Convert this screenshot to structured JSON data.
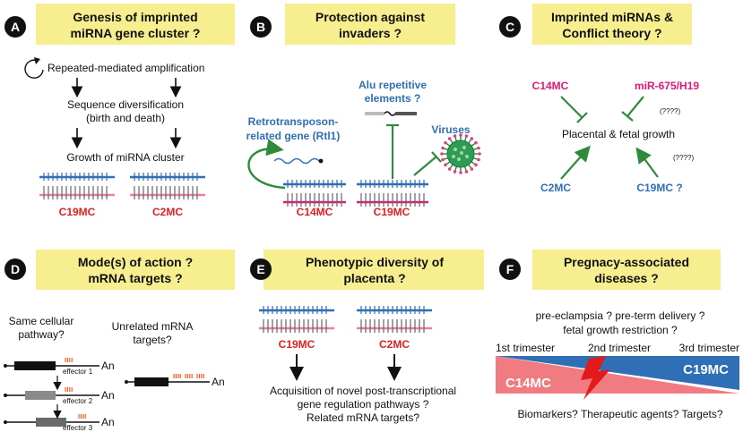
{
  "colors": {
    "header_bg": "#f7ee8f",
    "blue": "#2f6fb5",
    "red": "#e02020",
    "magenta": "#e0197a",
    "green": "#2e8b3c",
    "pink": "#e8829a",
    "dark": "#111111",
    "gray_strand": "#666666"
  },
  "panels": {
    "A": {
      "letter": "A",
      "title_line1": "Genesis of imprinted",
      "title_line2": "miRNA gene cluster ?",
      "step1": "Repeated-mediated amplification",
      "step2": "Sequence diversification",
      "step2b": "(birth and death)",
      "step3": "Growth of miRNA cluster",
      "cluster1": "C19MC",
      "cluster2": "C2MC"
    },
    "B": {
      "letter": "B",
      "title_line1": "Protection against",
      "title_line2": "invaders ?",
      "alu": "Alu repetitive",
      "alu2": "elements ?",
      "retro": "Retrotransposon-",
      "retro2": "related gene (Rtl1)",
      "viruses": "Viruses",
      "cluster1": "C14MC",
      "cluster2": "C19MC"
    },
    "C": {
      "letter": "C",
      "title_line1": "Imprinted miRNAs &",
      "title_line2": "Conflict theory ?",
      "c14": "C14MC",
      "mir": "miR-675/H19",
      "q1": "(????)",
      "center": "Placental & fetal growth",
      "q2": "(????)",
      "c2": "C2MC",
      "c19": "C19MC ?"
    },
    "D": {
      "letter": "D",
      "title_line1": "Mode(s) of action ?",
      "title_line2": "mRNA targets ?",
      "same": "Same cellular",
      "same2": "pathway?",
      "unrelated": "Unrelated mRNA",
      "unrelated2": "targets?",
      "an": "An",
      "eff1": "effector 1",
      "eff2": "effector 2",
      "eff3": "effector 3"
    },
    "E": {
      "letter": "E",
      "title_line1": "Phenotypic diversity of",
      "title_line2": "placenta ?",
      "cluster1": "C19MC",
      "cluster2": "C2MC",
      "line1": "Acquisition of novel post-transcriptional",
      "line2": "gene regulation pathways ?",
      "line3": "Related mRNA targets?"
    },
    "F": {
      "letter": "F",
      "title_line1": "Pregnacy-associated",
      "title_line2": "diseases ?",
      "dis1": "pre-eclampsia ? pre-term delivery ?",
      "dis2": "fetal growth restriction ?",
      "t1": "1st trimester",
      "t2": "2nd trimester",
      "t3": "3rd trimester",
      "c14": "C14MC",
      "c19": "C19MC",
      "bottom": "Biomarkers? Therapeutic agents? Targets?"
    }
  }
}
